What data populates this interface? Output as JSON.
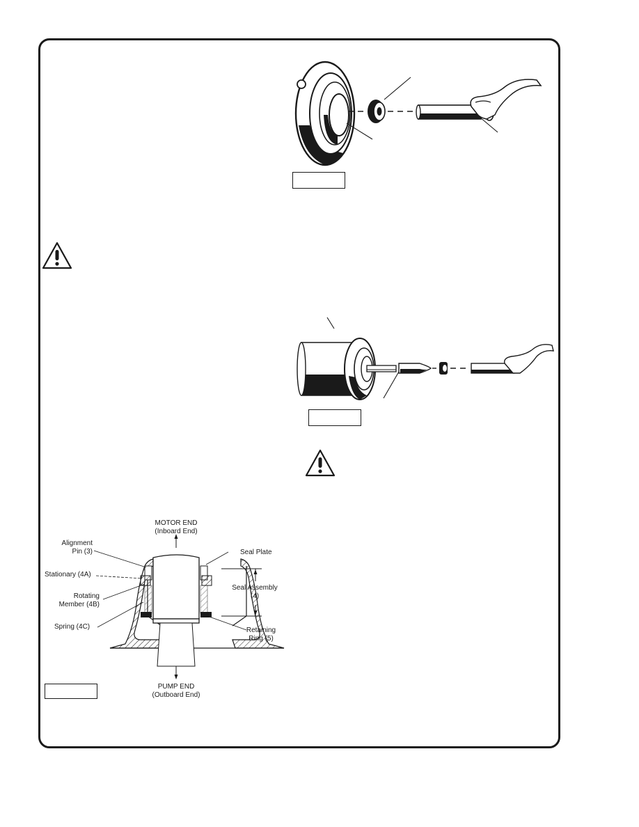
{
  "diagram": {
    "motor_end": "MOTOR END",
    "inboard_end": "(Inboard End)",
    "pump_end": "PUMP END",
    "outboard_end": "(Outboard End)",
    "alignment": "Alignment",
    "pin": "Pin (3)",
    "stationary": "Stationary (4A)",
    "rotating": "Rotating",
    "member": "Member (4B)",
    "spring": "Spring (4C)",
    "seal_plate": "Seal Plate",
    "seal_assembly": "Seal Assembly",
    "seal_assembly_num": "(4)",
    "retaining": "Retaining",
    "ring": "Ring (5)"
  },
  "icons": [
    "warning-triangle-icon",
    "warning-triangle-icon"
  ],
  "colors": {
    "ink": "#1a1a1a",
    "paper": "#ffffff"
  }
}
